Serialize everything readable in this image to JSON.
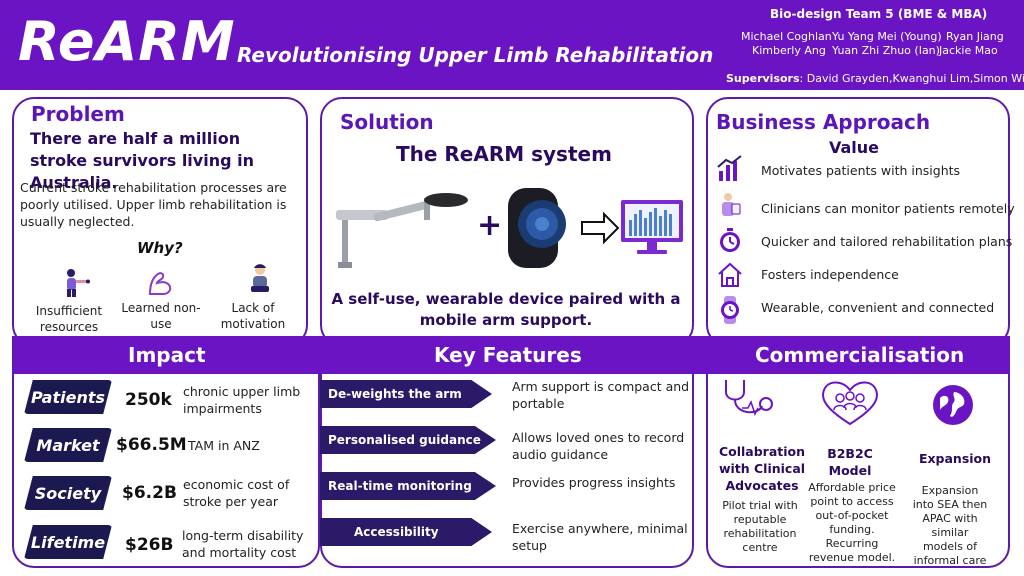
{
  "header": {
    "logo": "ReARM",
    "tagline": "Revolutionising Upper Limb Rehabilitation",
    "team_title": "Bio-design Team 5 (BME & MBA)",
    "members": [
      "Michael Coghlan",
      "Yu Yang Mei (Young)",
      "Ryan Jiang",
      "Kimberly Ang",
      "Yuan Zhi Zhuo (Ian)",
      "Jackie Mao"
    ],
    "supervisors_label": "Supervisors",
    "supervisors_names": ": David Grayden,Kwanghui Lim,Simon Wilkins"
  },
  "problem": {
    "title": "Problem",
    "headline": "There are half a million stroke survivors living in Australia.",
    "body": "Current stroke rehabilitation processes are poorly utilised. Upper limb rehabilitation is usually neglected.",
    "why": "Why?",
    "causes": [
      "Insufficient resources",
      "Learned non-use",
      "Lack of motivation"
    ]
  },
  "solution": {
    "title": "Solution",
    "subtitle": "The ReARM system",
    "plus": "+",
    "tagline": "A self-use, wearable device paired with a mobile arm support."
  },
  "business": {
    "title": "Business Approach",
    "value_title": "Value",
    "items": [
      {
        "text": "Motivates patients with insights",
        "icon": "growth-chart-icon"
      },
      {
        "text": "Clinicians can monitor patients remotely",
        "icon": "clinician-icon"
      },
      {
        "text": "Quicker and tailored rehabilitation plans",
        "icon": "stopwatch-icon"
      },
      {
        "text": "Fosters independence",
        "icon": "home-icon"
      },
      {
        "text": "Wearable, convenient and connected",
        "icon": "watch-icon"
      }
    ]
  },
  "bands": {
    "impact": "Impact",
    "features": "Key Features",
    "commercialisation": "Commercialisation"
  },
  "impact": [
    {
      "tag": "Patients",
      "value": "250k",
      "desc": "chronic upper limb impairments"
    },
    {
      "tag": "Market",
      "value": "$66.5M",
      "desc": "TAM in ANZ"
    },
    {
      "tag": "Society",
      "value": "$6.2B",
      "desc": "economic cost of stroke per year"
    },
    {
      "tag": "Lifetime",
      "value": "$26B",
      "desc": "long-term disability and mortality cost"
    }
  ],
  "features": [
    {
      "label": "De-weights the arm",
      "desc": "Arm support is compact and portable"
    },
    {
      "label": "Personalised guidance",
      "desc": "Allows loved ones to record audio guidance"
    },
    {
      "label": "Real-time monitoring",
      "desc": "Provides progress insights"
    },
    {
      "label": "Accessibility",
      "desc": "Exercise anywhere, minimal setup"
    }
  ],
  "commercialisation": [
    {
      "title": "Collabration with Clinical Advocates",
      "desc": "Pilot trial with reputable rehabilitation centre"
    },
    {
      "title": "B2B2C Model",
      "desc": "Affordable price point to access out-of-pocket funding. Recurring revenue model."
    },
    {
      "title": "Expansion",
      "desc": "Expansion into SEA then APAC with similar models of informal care"
    }
  ],
  "colors": {
    "brand_purple": "#6a14c4",
    "navy": "#1c1850",
    "accent_purple": "#5b16b8"
  }
}
